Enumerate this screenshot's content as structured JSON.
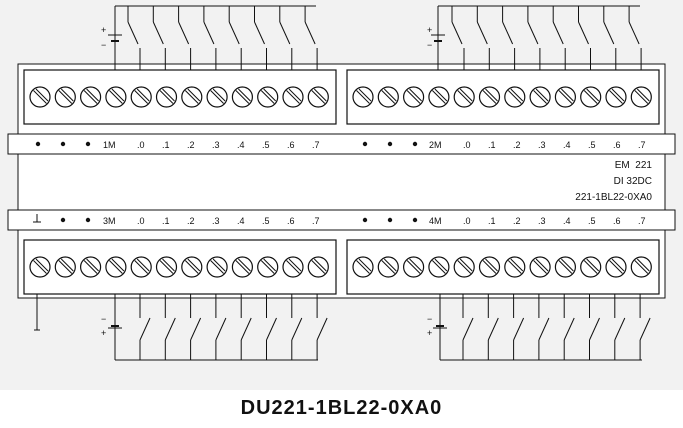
{
  "module": {
    "name_line": "EM  221",
    "type_line": "DI 32DC",
    "order_no": "221-1BL22-0XA0"
  },
  "caption": "DU221-1BL22-0XA0",
  "upper_strip": {
    "group1": {
      "common": "1M",
      "inputs": [
        ".0",
        ".1",
        ".2",
        ".3",
        ".4",
        ".5",
        ".6",
        ".7"
      ]
    },
    "group2": {
      "common": "2M",
      "inputs": [
        ".0",
        ".1",
        ".2",
        ".3",
        ".4",
        ".5",
        ".6",
        ".7"
      ]
    }
  },
  "lower_strip": {
    "group3": {
      "common": "3M",
      "inputs": [
        ".0",
        ".1",
        ".2",
        ".3",
        ".4",
        ".5",
        ".6",
        ".7"
      ]
    },
    "group4": {
      "common": "4M",
      "inputs": [
        ".0",
        ".1",
        ".2",
        ".3",
        ".4",
        ".5",
        ".6",
        ".7"
      ]
    }
  },
  "supply_symbol": {
    "plus": "+",
    "minus": "−"
  },
  "terminal_count_per_block": 12,
  "colors": {
    "line": "#111111",
    "background": "#f2f2f2",
    "panel": "#ffffff"
  }
}
